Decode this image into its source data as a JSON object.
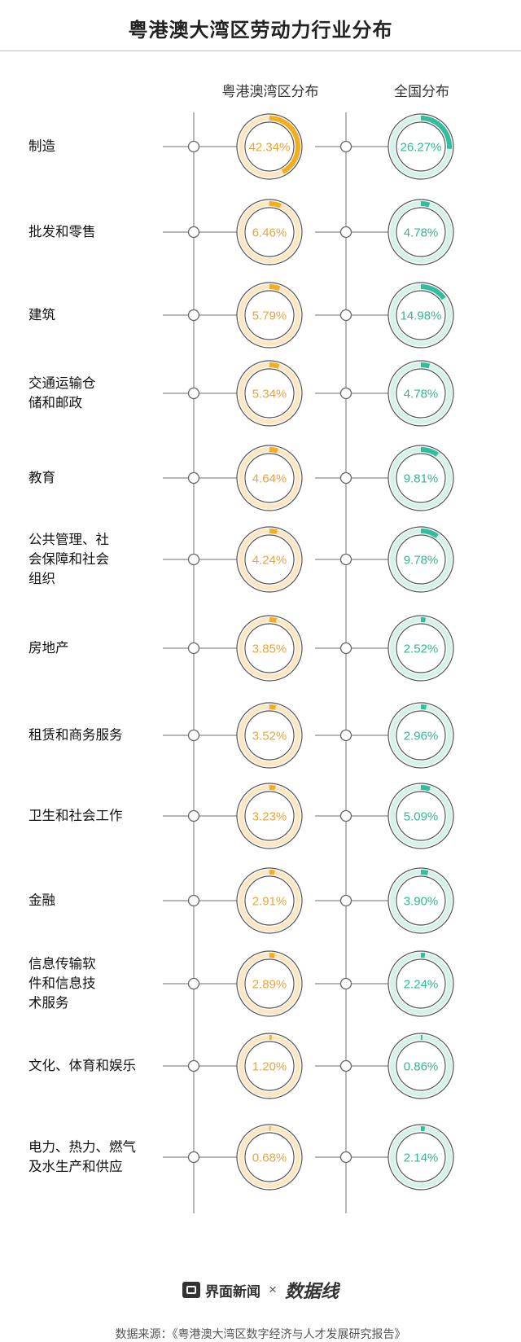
{
  "title": "粤港澳大湾区劳动力行业分布",
  "columns": {
    "left": "粤港澳湾区分布",
    "right": "全国分布"
  },
  "colors": {
    "gba_fill": "#f5ad1d",
    "gba_ring": "#fde7c2",
    "gba_text": "#eba33a",
    "cn_fill": "#2ebf9c",
    "cn_ring": "#d4f1ea",
    "cn_text": "#2fb894",
    "axis": "#8a8a8a",
    "rule": "#bfbfbf"
  },
  "chart_data": {
    "type": "donut",
    "title": "粤港澳大湾区劳动力行业分布",
    "categories": [
      "制造",
      "批发和零售",
      "建筑",
      "交通运输仓\n储和邮政",
      "教育",
      "公共管理、社\n会保障和社会\n组织",
      "房地产",
      "租赁和商务服务",
      "卫生和社会工作",
      "金融",
      "信息传输软\n件和信息技\n术服务",
      "文化、体育和娱乐",
      "电力、热力、燃气\n及水生产和供应"
    ],
    "series": [
      {
        "name": "粤港澳湾区分布",
        "values": [
          42.34,
          6.46,
          5.79,
          5.34,
          4.64,
          4.24,
          3.85,
          3.52,
          3.23,
          2.91,
          2.89,
          1.2,
          0.68
        ],
        "labels": [
          "42.34%",
          "6.46%",
          "5.79%",
          "5.34%",
          "4.64%",
          "4.24%",
          "3.85%",
          "3.52%",
          "3.23%",
          "2.91%",
          "2.89%",
          "1.20%",
          "0.68%"
        ]
      },
      {
        "name": "全国分布",
        "values": [
          26.27,
          4.78,
          14.98,
          4.78,
          9.81,
          9.78,
          2.52,
          2.96,
          5.09,
          3.9,
          2.24,
          0.86,
          2.14
        ],
        "labels": [
          "26.27%",
          "4.78%",
          "14.98%",
          "4.78%",
          "9.81%",
          "9.78%",
          "2.52%",
          "2.96%",
          "5.09%",
          "3.90%",
          "2.24%",
          "0.86%",
          "2.14%"
        ]
      }
    ],
    "unit": "%"
  },
  "footer": {
    "brand": "界面新闻",
    "times": "×",
    "partner": "数据线",
    "source": "数据来源：《粤港澳大湾区数字经济与人才发展研究报告》"
  }
}
